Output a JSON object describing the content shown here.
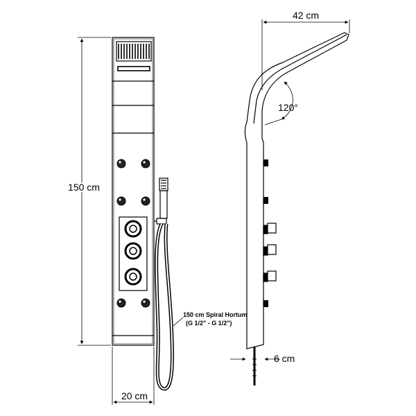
{
  "diagram": {
    "labels": {
      "height": "150 cm",
      "front_width": "20 cm",
      "arm_length": "42 cm",
      "angle": "120°",
      "depth": "6 cm",
      "hose_line1": "150 cm Spiral Hortum",
      "hose_line2": "(G 1/2\" - G 1/2\")"
    }
  }
}
